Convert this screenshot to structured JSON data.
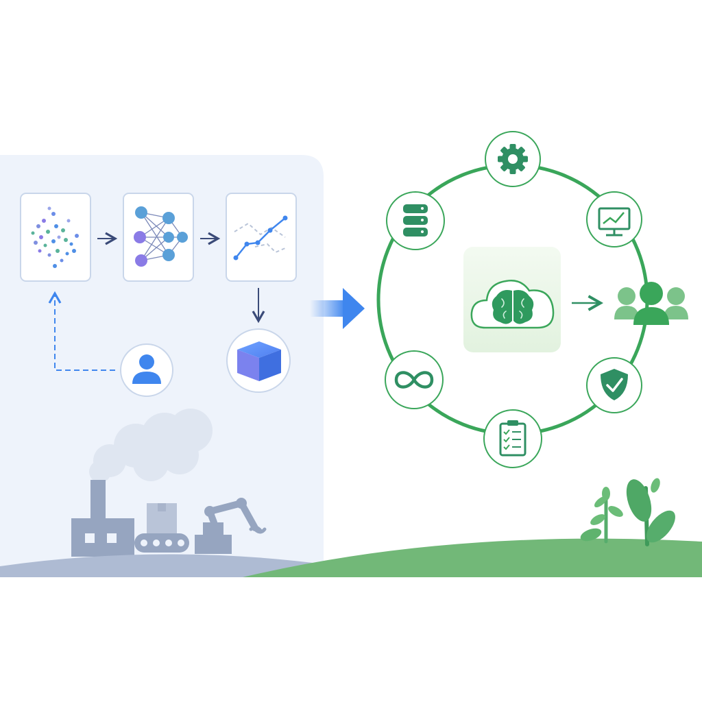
{
  "colors": {
    "panel_bg": "#eef3fb",
    "card_border": "#c9d6ea",
    "flow_arrow": "#3a4a78",
    "accent_blue": "#3f86ee",
    "cube_blue": "#4a78e8",
    "ring_green": "#3aa65a",
    "icon_green": "#2f8f63",
    "hub_bg": "#e4f3e2",
    "ground_green": "#72b878",
    "ground_gray": "#aebbd3",
    "factory_gray": "#96a5c0",
    "smoke": "#dfe6f1"
  },
  "pipeline": {
    "stages": [
      {
        "name": "data-points",
        "icon": "scatter-dots-icon"
      },
      {
        "name": "neural-network",
        "icon": "neural-network-icon"
      },
      {
        "name": "evaluation",
        "icon": "line-chart-icon"
      }
    ],
    "model_artifact_icon": "cube-icon",
    "feedback_icon": "user-icon"
  },
  "handoff_icon": "arrow-right-icon",
  "lifecycle": {
    "hub_icon": "cloud-brain-icon",
    "nodes": [
      {
        "position": "top",
        "icon": "gear-icon"
      },
      {
        "position": "upper-right",
        "icon": "monitor-chart-icon"
      },
      {
        "position": "lower-right",
        "icon": "shield-check-icon"
      },
      {
        "position": "bottom",
        "icon": "clipboard-checklist-icon"
      },
      {
        "position": "lower-left",
        "icon": "infinity-icon"
      },
      {
        "position": "upper-left",
        "icon": "database-icon"
      }
    ],
    "users_icon": "users-group-icon"
  }
}
